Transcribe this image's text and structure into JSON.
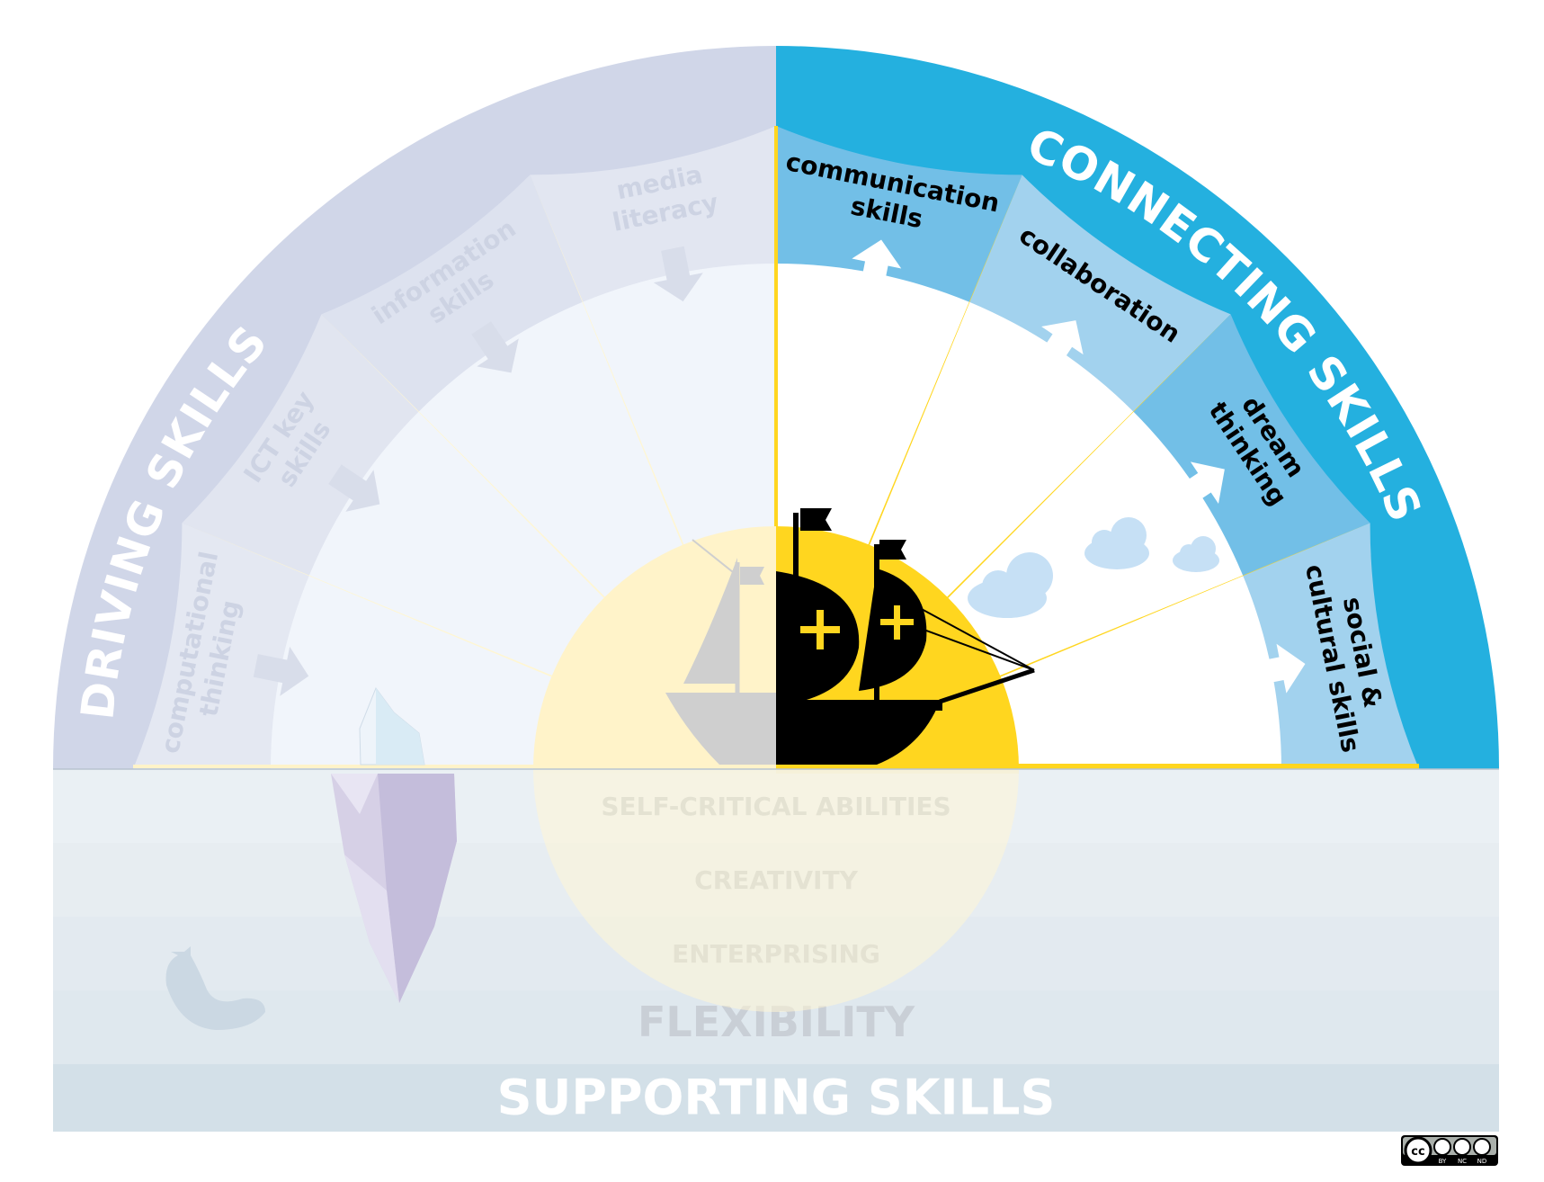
{
  "diagram": {
    "driving": {
      "title": "DRIVING SKILLS",
      "items": [
        "computational thinking",
        "ICT key skills",
        "information skills",
        "media literacy"
      ]
    },
    "connecting": {
      "title": "CONNECTING SKILLS",
      "items": [
        "communication skills",
        "collaboration",
        "dream thinking",
        "social & cultural skills"
      ]
    },
    "supporting": {
      "title": "SUPPORTING SKILLS",
      "layers": [
        "SELF-CRITICAL ABILITIES",
        "CREATIVITY",
        "ENTERPRISING",
        "FLEXIBILITY"
      ]
    },
    "license": [
      "BY",
      "NC",
      "ND"
    ]
  },
  "colors": {
    "driving_band": "#d0d6e8",
    "driving_sector": "#dde2ef",
    "connecting_band": "#24b0df",
    "connecting_sector_a": "#72bfe7",
    "connecting_sector_b": "#a2d2ee",
    "sun": "#ffd61f",
    "ray": "#ffd61f",
    "sea": "#e6ecf1",
    "ship": "#000000"
  }
}
